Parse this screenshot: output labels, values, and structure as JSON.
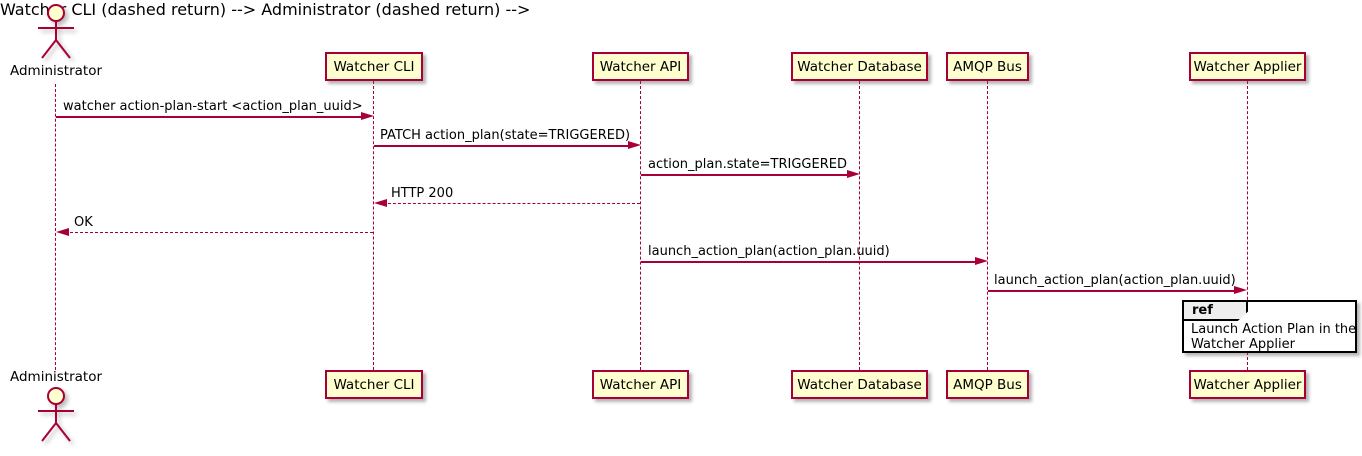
{
  "diagram_type": "uml-sequence",
  "actors": {
    "top": {
      "label": "Administrator"
    },
    "bottom": {
      "label": "Administrator"
    }
  },
  "participants": [
    {
      "name": "Watcher CLI"
    },
    {
      "name": "Watcher API"
    },
    {
      "name": "Watcher Database"
    },
    {
      "name": "AMQP Bus"
    },
    {
      "name": "Watcher Applier"
    }
  ],
  "messages": [
    {
      "text": "watcher action-plan-start <action_plan_uuid>",
      "from": "Administrator",
      "to": "Watcher CLI",
      "line": "solid",
      "direction": "right"
    },
    {
      "text": "PATCH action_plan(state=TRIGGERED)",
      "from": "Watcher CLI",
      "to": "Watcher API",
      "line": "solid",
      "direction": "right"
    },
    {
      "text": "action_plan.state=TRIGGERED",
      "from": "Watcher API",
      "to": "Watcher Database",
      "line": "solid",
      "direction": "right"
    },
    {
      "text": "HTTP 200",
      "from": "Watcher API",
      "to": "Watcher CLI",
      "line": "dashed",
      "direction": "left"
    },
    {
      "text": "OK",
      "from": "Watcher CLI",
      "to": "Administrator",
      "line": "dashed",
      "direction": "left"
    },
    {
      "text": "launch_action_plan(action_plan.uuid)",
      "from": "Watcher API",
      "to": "AMQP Bus",
      "line": "solid",
      "direction": "right"
    },
    {
      "text": "launch_action_plan(action_plan.uuid)",
      "from": "AMQP Bus",
      "to": "Watcher Applier",
      "line": "solid",
      "direction": "right"
    }
  ],
  "ref": {
    "keyword": "ref",
    "lines": [
      "Launch Action Plan in the",
      "Watcher Applier"
    ]
  },
  "colors": {
    "participant_fill": "#FEFECE",
    "stroke": "#A80036",
    "text": "#000000",
    "ref_header_fill": "#EEEEEE",
    "ref_border": "#000000",
    "background": "#FFFFFF"
  }
}
